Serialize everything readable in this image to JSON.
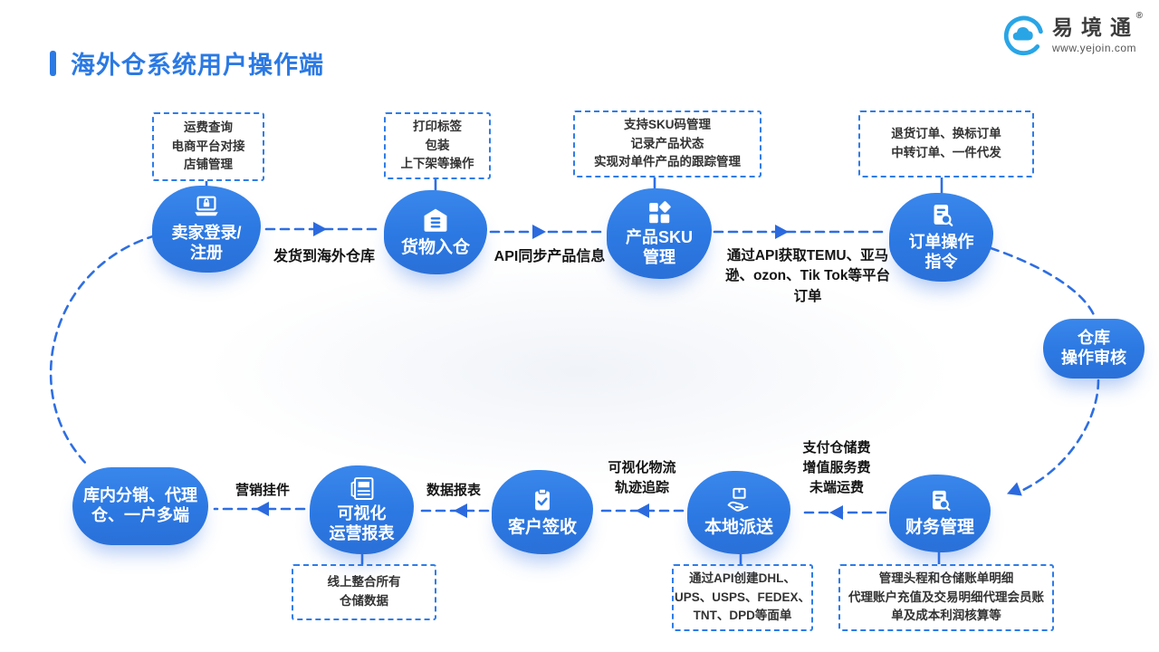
{
  "header": {
    "title": "海外仓系统用户操作端"
  },
  "brand": {
    "name": "易境通",
    "reg_mark": "®",
    "website": "www.yejoin.com",
    "logo_icon": "cloud-e-icon"
  },
  "colors": {
    "primary": "#2b79e3",
    "node_fill": "#2d7ce5",
    "connector": "#2e6ee2",
    "box_border": "#2e7ce8",
    "logo_cyan": "#29a5e6"
  },
  "nodes": [
    {
      "id": "seller-login",
      "label": "卖家登录/\n注册",
      "icon": "laptop-lock-icon"
    },
    {
      "id": "goods-inbound",
      "label": "货物入仓",
      "icon": "warehouse-icon"
    },
    {
      "id": "product-sku",
      "label": "产品SKU\n管理",
      "icon": "sku-grid-icon"
    },
    {
      "id": "order-ops",
      "label": "订单操作\n指令",
      "icon": "doc-search-icon"
    },
    {
      "id": "warehouse-audit",
      "label": "仓库\n操作审核",
      "icon": ""
    },
    {
      "id": "finance",
      "label": "财务管理",
      "icon": "doc-search-icon"
    },
    {
      "id": "local-delivery",
      "label": "本地派送",
      "icon": "hand-box-icon"
    },
    {
      "id": "customer-sign",
      "label": "客户签收",
      "icon": "clipboard-check-icon"
    },
    {
      "id": "visual-report",
      "label": "可视化\n运营报表",
      "icon": "report-icon"
    },
    {
      "id": "distribution",
      "label": "库内分销、代理\n仓、一户多端",
      "icon": ""
    }
  ],
  "annotations": {
    "seller_login": "运费查询\n电商平台对接\n店铺管理",
    "goods_inbound": "打印标签\n包装\n上下架等操作",
    "product_sku": "支持SKU码管理\n记录产品状态\n实现对单件产品的跟踪管理",
    "order_ops": "退货订单、换标订单\n中转订单、一件代发",
    "finance": "管理头程和仓储账单明细\n代理账户充值及交易明细代理会员账\n单及成本利润核算等",
    "local_delivery": "通过API创建DHL、\nUPS、USPS、FEDEX、\nTNT、DPD等面单",
    "visual_report": "线上整合所有\n仓储数据"
  },
  "edge_labels": {
    "ship_to_overseas": "发货到海外仓库",
    "api_sync_product": "API同步产品信息",
    "api_get_orders": "通过API获取TEMU、亚马\n逊、ozon、Tik Tok等平台\n订单",
    "pay_fees": "支付仓储费\n增值服务费\n未端运费",
    "visual_tracking": "可视化物流\n轨迹追踪",
    "data_report": "数据报表",
    "marketing_widget": "营销挂件"
  }
}
